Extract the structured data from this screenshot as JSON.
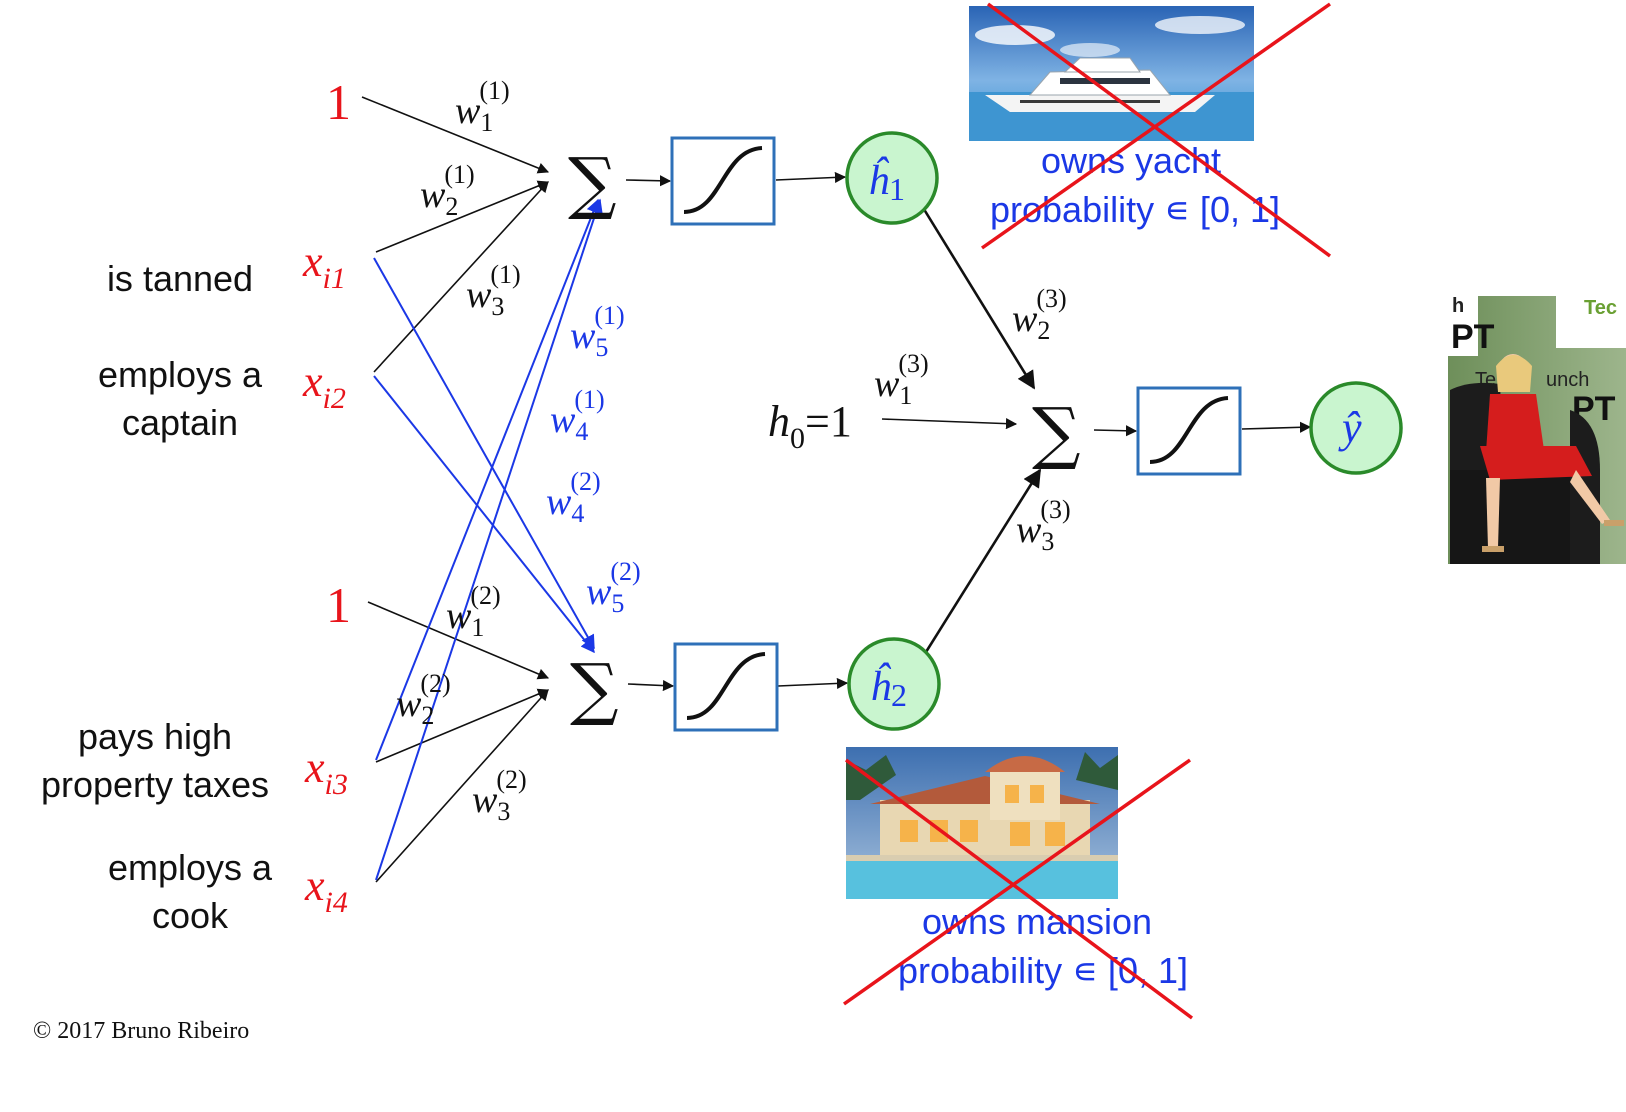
{
  "inputs": {
    "bias_top": "1",
    "bias_bottom": "1",
    "x1": {
      "var": "x",
      "sub": "i1"
    },
    "x2": {
      "var": "x",
      "sub": "i2"
    },
    "x3": {
      "var": "x",
      "sub": "i3"
    },
    "x4": {
      "var": "x",
      "sub": "i4"
    }
  },
  "features": {
    "x1": "is tanned",
    "x2_line1": "employs a",
    "x2_line2": "captain",
    "x3_line1": "pays high",
    "x3_line2": "property taxes",
    "x4_line1": "employs a",
    "x4_line2": "cook"
  },
  "weights": {
    "w1_1": {
      "base": "w",
      "sub": "1",
      "sup": "(1)"
    },
    "w2_1": {
      "base": "w",
      "sub": "2",
      "sup": "(1)"
    },
    "w3_1": {
      "base": "w",
      "sub": "3",
      "sup": "(1)"
    },
    "w4_1": {
      "base": "w",
      "sub": "4",
      "sup": "(1)"
    },
    "w5_1": {
      "base": "w",
      "sub": "5",
      "sup": "(1)"
    },
    "w1_2": {
      "base": "w",
      "sub": "1",
      "sup": "(2)"
    },
    "w2_2": {
      "base": "w",
      "sub": "2",
      "sup": "(2)"
    },
    "w3_2": {
      "base": "w",
      "sub": "3",
      "sup": "(2)"
    },
    "w4_2": {
      "base": "w",
      "sub": "4",
      "sup": "(2)"
    },
    "w5_2": {
      "base": "w",
      "sub": "5",
      "sup": "(2)"
    },
    "w1_3": {
      "base": "w",
      "sub": "1",
      "sup": "(3)"
    },
    "w2_3": {
      "base": "w",
      "sub": "2",
      "sup": "(3)"
    },
    "w3_3": {
      "base": "w",
      "sub": "3",
      "sup": "(3)"
    }
  },
  "symbols": {
    "sum": "∑",
    "h1": {
      "base": "ĥ",
      "sub": "1"
    },
    "h2": {
      "base": "ĥ",
      "sub": "2"
    },
    "h0": {
      "base": "h",
      "sub": "0",
      "rest": "=1"
    },
    "yhat": "ŷ"
  },
  "annotations": {
    "yacht_line1": "owns yacht",
    "yacht_line2": "probability ∊ [0, 1]",
    "mansion_line1": "owns mansion",
    "mansion_line2": "probability ∊ [0, 1]"
  },
  "photo_texts": {
    "person_1": "h",
    "person_2": "Tec",
    "person_3": "PT",
    "person_4": "Te",
    "person_5": "unch",
    "person_6": "PT"
  },
  "footer": {
    "copyright": "© 2017 Bruno Ribeiro"
  },
  "colors": {
    "red": "#e8141b",
    "blue": "#1b38e6",
    "box_blue": "#2e70b8",
    "node_fill": "#c9f5cf",
    "node_stroke": "#2a8a2a",
    "black": "#111111"
  }
}
